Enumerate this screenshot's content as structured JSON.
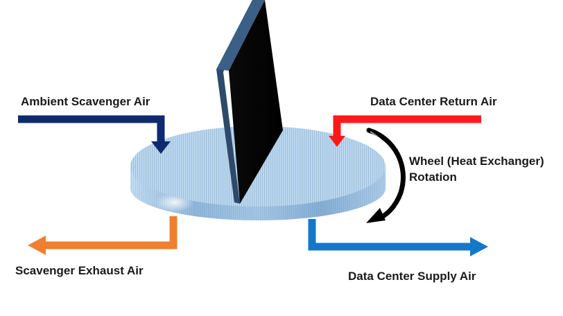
{
  "labels": {
    "ambient_scavenger_air": "Ambient Scavenger Air",
    "data_center_return_air": "Data Center Return Air",
    "wheel_rotation_line1": "Wheel (Heat Exchanger)",
    "wheel_rotation_line2": "Rotation",
    "scavenger_exhaust_air": "Scavenger Exhaust Air",
    "data_center_supply_air": "Data Center Supply Air"
  },
  "colors": {
    "ambient_scavenger_air": "#0f2a6e",
    "data_center_return_air": "#ff1a1a",
    "scavenger_exhaust_air": "#ee8030",
    "data_center_supply_air": "#1577c9",
    "rotation_arrow": "#000000",
    "wheel": "#a9cbe6",
    "divider_panel": "#2d4a6a"
  },
  "icons": {
    "rotation": "curved-rotation-arrow-icon"
  }
}
